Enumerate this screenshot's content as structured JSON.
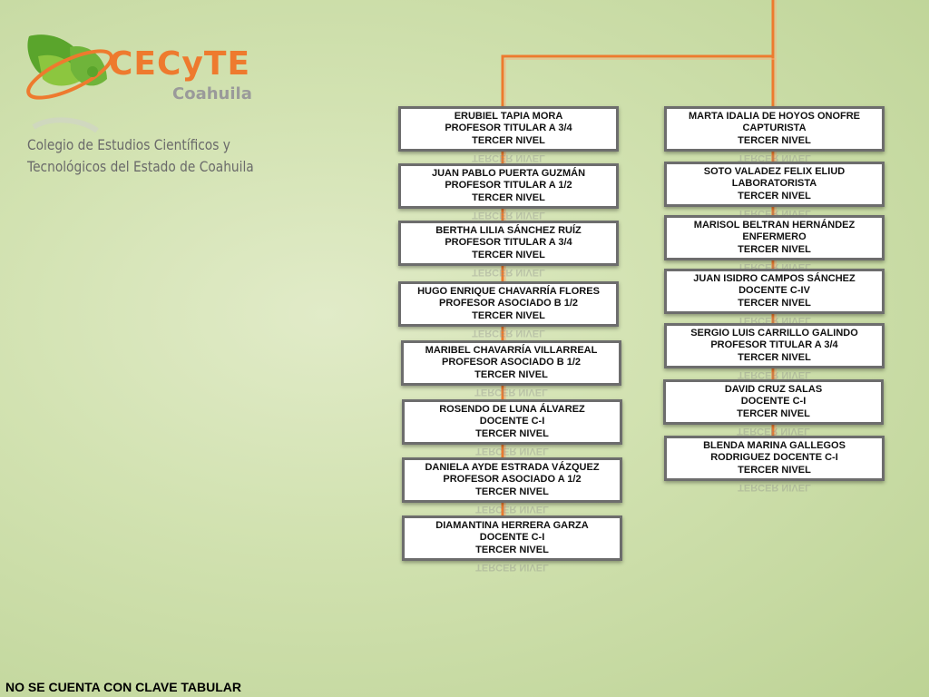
{
  "header": {
    "brand": "CECyTE",
    "region": "Coahuila",
    "college_line1": "Colegio de Estudios Científicos y",
    "college_line2": "Tecnológicos del Estado de Coahuila"
  },
  "colors": {
    "connector": "#ee7a2e",
    "brand": "#ee7a2e",
    "leaf": "#5aa52c"
  },
  "left_column": [
    {
      "name": "ERUBIEL TAPIA MORA",
      "role": "PROFESOR TITULAR A 3/4",
      "level": "TERCER NIVEL"
    },
    {
      "name": "JUAN PABLO PUERTA GUZMÁN",
      "role": "PROFESOR TITULAR A 1/2",
      "level": "TERCER NIVEL"
    },
    {
      "name": "BERTHA LILIA SÁNCHEZ RUÍZ",
      "role": "PROFESOR TITULAR A 3/4",
      "level": "TERCER NIVEL"
    },
    {
      "name": "HUGO ENRIQUE CHAVARRÍA FLORES",
      "role": "PROFESOR ASOCIADO B 1/2",
      "level": "TERCER NIVEL"
    },
    {
      "name": "MARIBEL CHAVARRÍA VILLARREAL",
      "role": "PROFESOR ASOCIADO B  1/2",
      "level": "TERCER NIVEL"
    },
    {
      "name": "ROSENDO DE LUNA ÁLVAREZ",
      "role": "DOCENTE C-I",
      "level": "TERCER NIVEL"
    },
    {
      "name": "DANIELA AYDE ESTRADA VÁZQUEZ",
      "role": "PROFESOR ASOCIADO A 1/2",
      "level": "TERCER NIVEL"
    },
    {
      "name": "DIAMANTINA  HERRERA GARZA",
      "role": "DOCENTE C-I",
      "level": "TERCER NIVEL"
    }
  ],
  "right_column": [
    {
      "name": "MARTA IDALIA DE HOYOS ONOFRE",
      "role": "CAPTURISTA",
      "level": "TERCER NIVEL"
    },
    {
      "name": "SOTO VALADEZ FELIX ELIUD",
      "role": "LABORATORISTA",
      "level": "TERCER NIVEL"
    },
    {
      "name": "MARISOL BELTRAN HERNÁNDEZ",
      "role": "ENFERMERO",
      "level": "TERCER NIVEL"
    },
    {
      "name": "JUAN ISIDRO CAMPOS SÁNCHEZ",
      "role": "DOCENTE C-IV",
      "level": "TERCER NIVEL"
    },
    {
      "name": "SERGIO LUIS CARRILLO GALINDO",
      "role": "PROFESOR TITULAR A 3/4",
      "level": "TERCER NIVEL"
    },
    {
      "name": "DAVID CRUZ SALAS",
      "role": "DOCENTE C-I",
      "level": "TERCER NIVEL"
    },
    {
      "name": "BLENDA MARINA GALLEGOS",
      "role": "RODRIGUEZ DOCENTE C-I",
      "level": "TERCER NIVEL"
    }
  ],
  "footer": "NO SE CUENTA CON CLAVE TABULAR"
}
